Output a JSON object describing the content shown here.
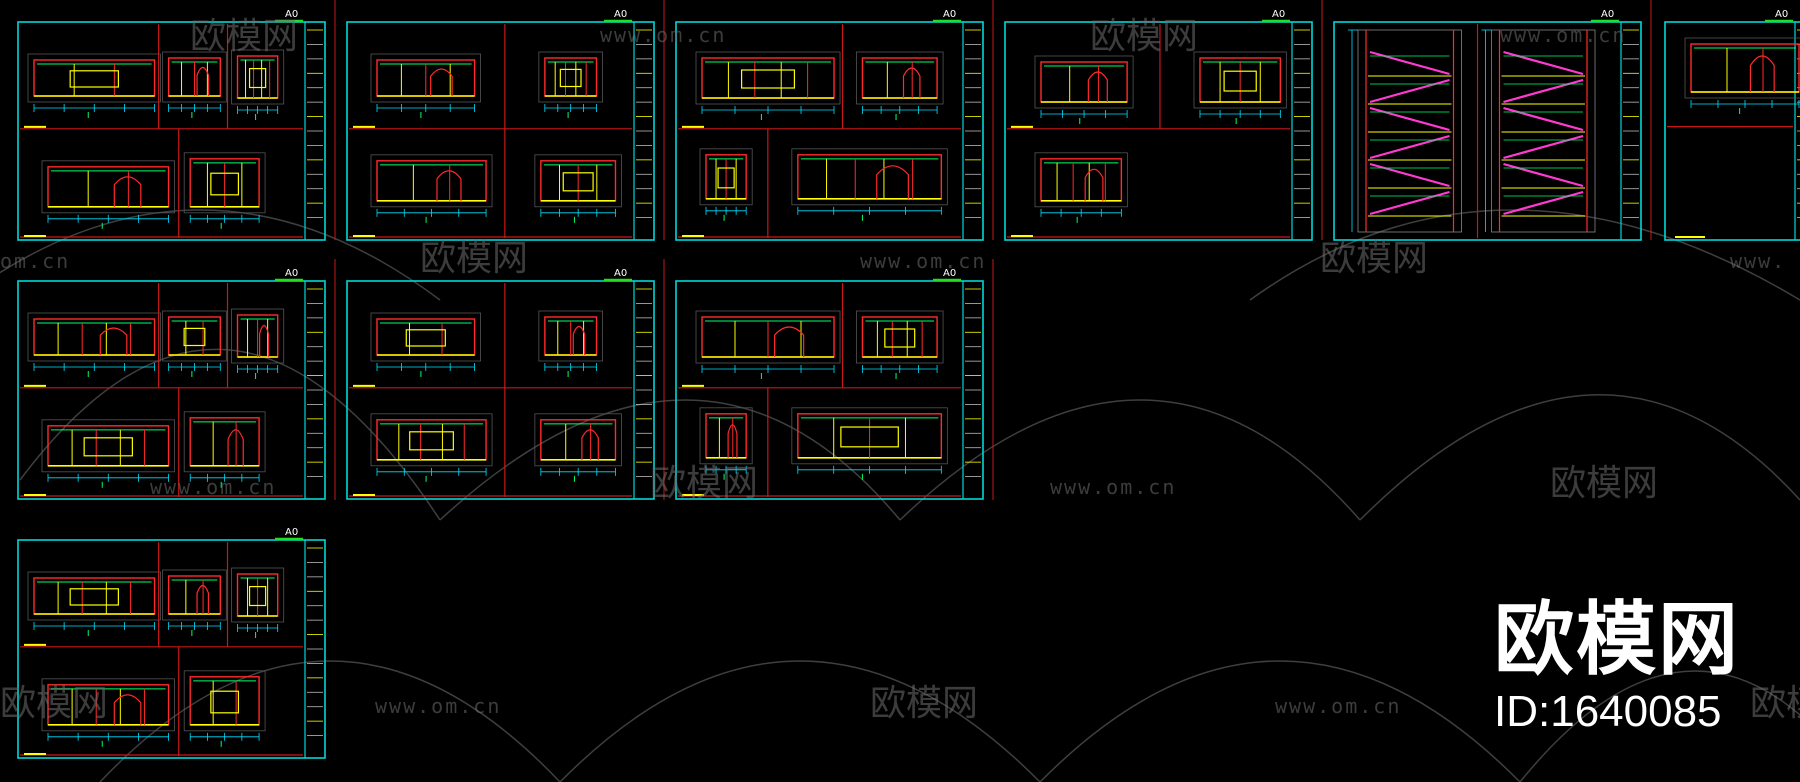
{
  "sheet_label": "A0",
  "watermark": {
    "brand": "欧模网",
    "url": "www.om.cn",
    "url_fragment": "om.cn",
    "url_fragment_right": "www."
  },
  "logo": {
    "brand": "欧模网",
    "id_text": "ID:1640085"
  },
  "colors": {
    "background": "#000000",
    "sheet_frame": "#00d8d8",
    "divider": "#c81818",
    "wall": "#ff2a2a",
    "finish": "#ffff00",
    "glass": "#00ff66",
    "dim": "#00e0ff",
    "stair": "#ff3ad0",
    "title_tag": "#22dd22",
    "watermark": "#6e6e6e",
    "logo": "#ffffff"
  }
}
